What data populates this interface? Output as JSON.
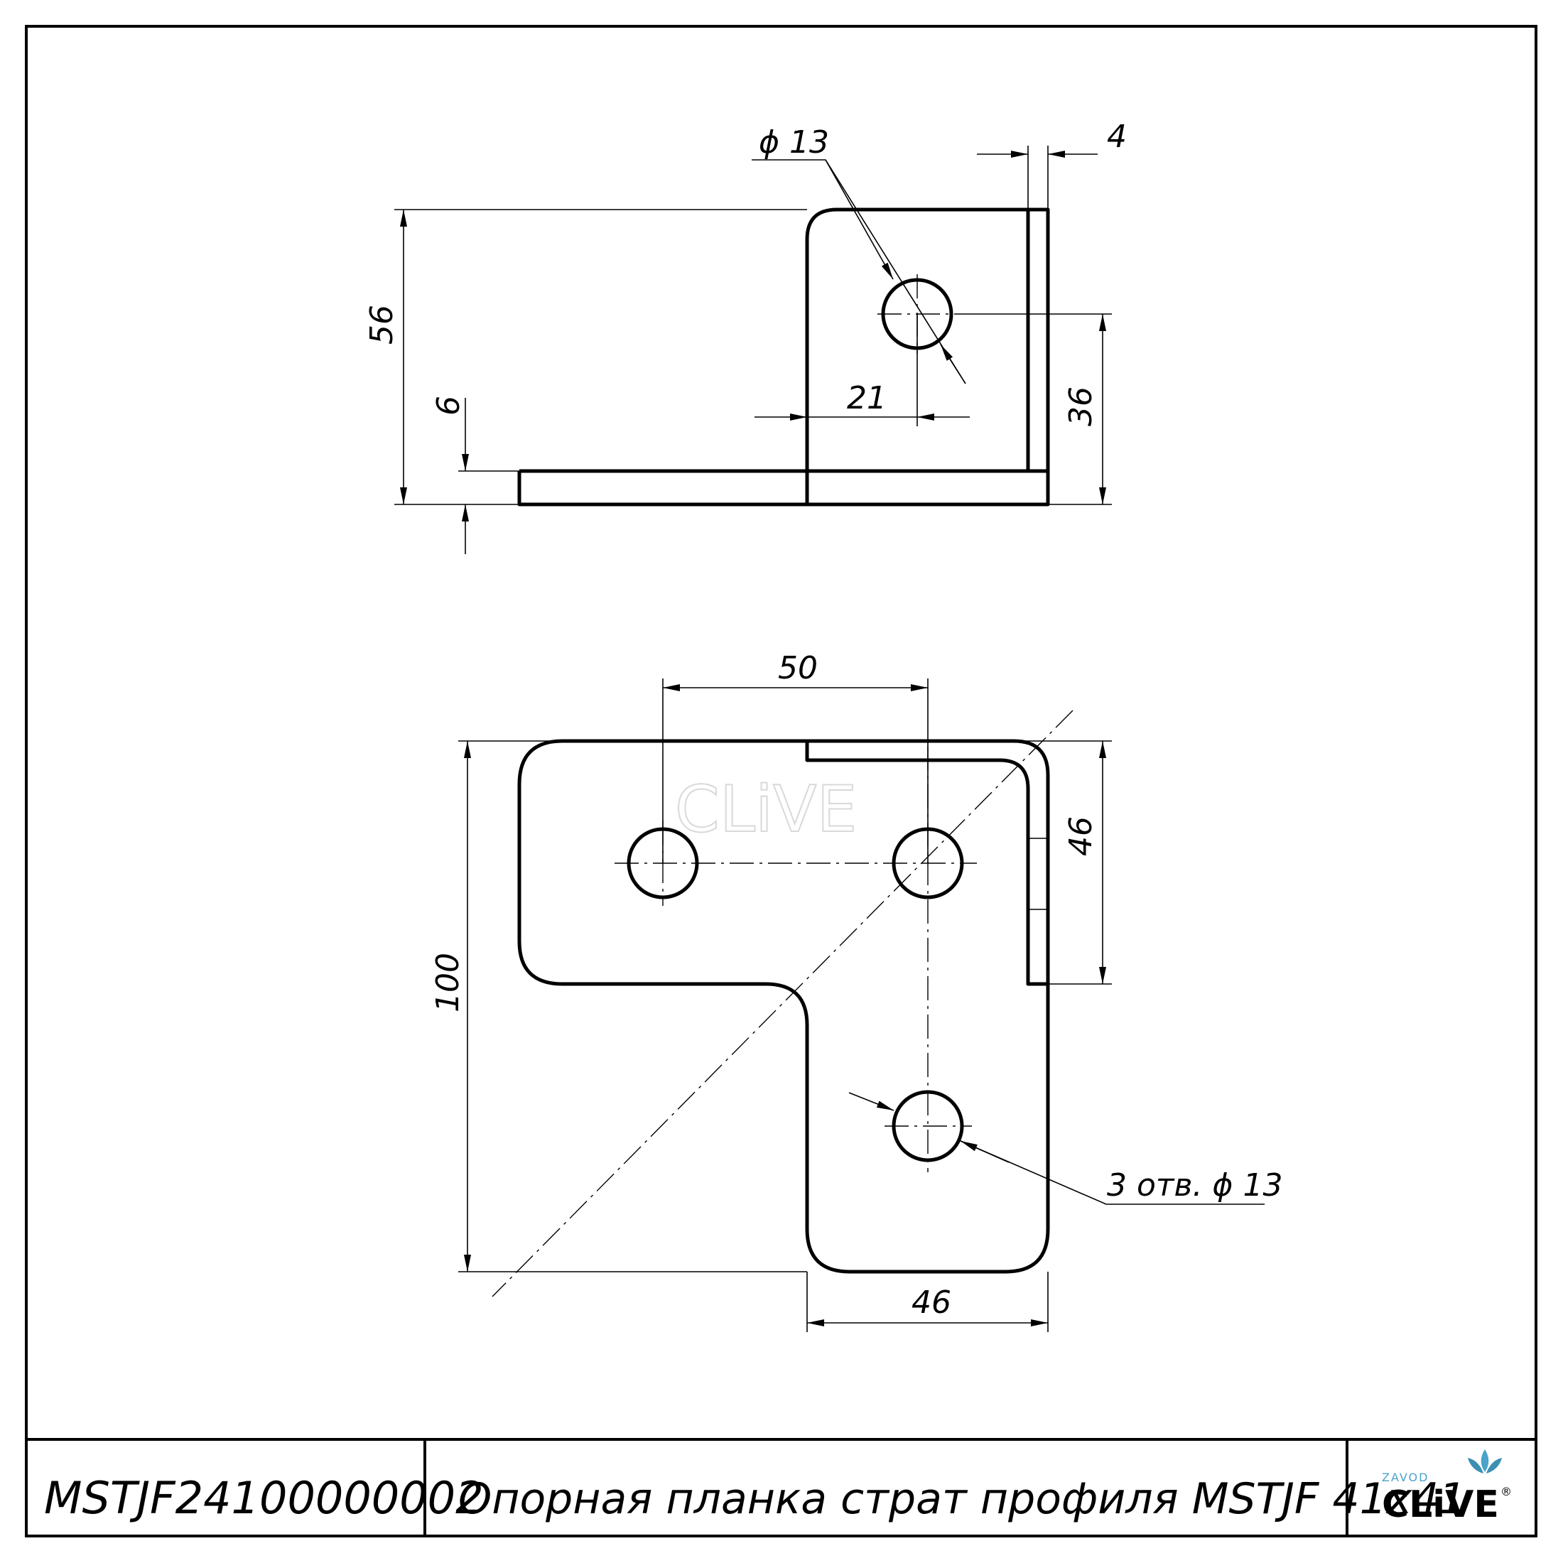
{
  "title_block": {
    "code": "MSTJF24100000002",
    "name": "Опорная планка страт профиля MSTJF 41x41",
    "logo_small": "ZAVOD",
    "logo_main": "CLiVE",
    "logo_mark": "®"
  },
  "watermark": "CLiVE",
  "dimensions": {
    "side_hole": "ϕ 13",
    "side_thickness_4": "4",
    "side_height_56": "56",
    "side_thickness_6": "6",
    "side_offset_21": "21",
    "side_height_36": "36",
    "top_spacing_50": "50",
    "top_height_100": "100",
    "top_height_46": "46",
    "top_width_46": "46",
    "top_holes": "3 отв.  ϕ 13"
  },
  "colors": {
    "line": "#000000",
    "watermark": "#d9d9d9",
    "logo_accent": "#4aa3c9"
  }
}
